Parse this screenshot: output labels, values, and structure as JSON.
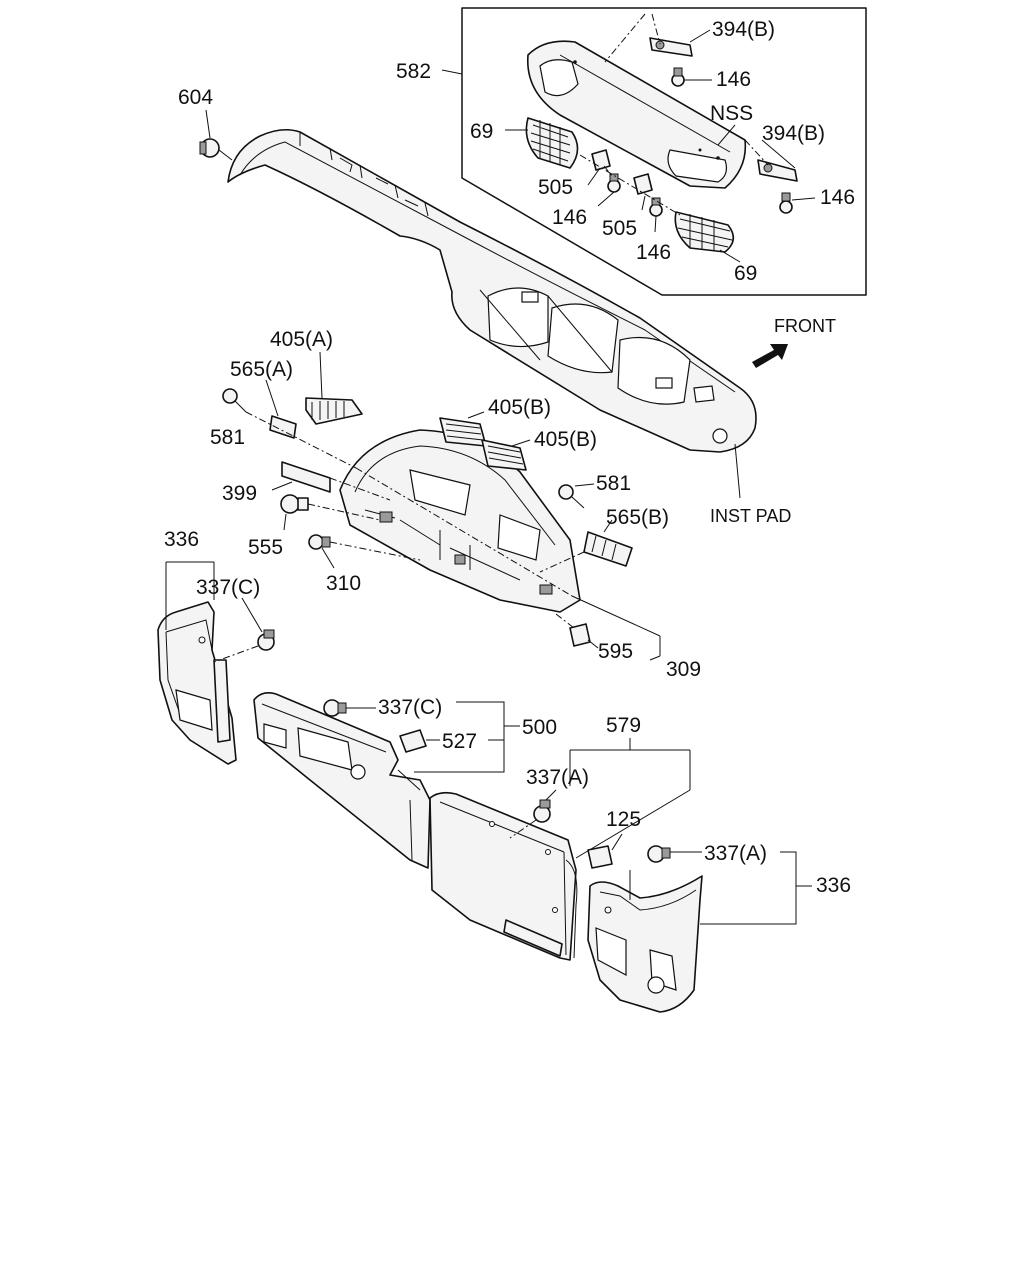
{
  "labels": {
    "l394b_top": "394(B)",
    "l146_top": "146",
    "l582": "582",
    "l604": "604",
    "lnss": "NSS",
    "l394b_mid": "394(B)",
    "l69_left": "69",
    "l146_right": "146",
    "l505_left": "505",
    "l146_left": "146",
    "l505_center": "505",
    "l146_center": "146",
    "l69_bottom": "69",
    "lfront": "FRONT",
    "l405a": "405(A)",
    "l565a": "565(A)",
    "l405b_1": "405(B)",
    "l405b_2": "405(B)",
    "l581_left": "581",
    "l581_right": "581",
    "l565b": "565(B)",
    "l399": "399",
    "linstpad": "INST PAD",
    "l555": "555",
    "l336_left": "336",
    "l310": "310",
    "l337c_left": "337(C)",
    "l595": "595",
    "l309": "309",
    "l337c_mid": "337(C)",
    "l500": "500",
    "l579": "579",
    "l527": "527",
    "l337a_mid": "337(A)",
    "l125": "125",
    "l337a_right": "337(A)",
    "l336_right": "336"
  }
}
